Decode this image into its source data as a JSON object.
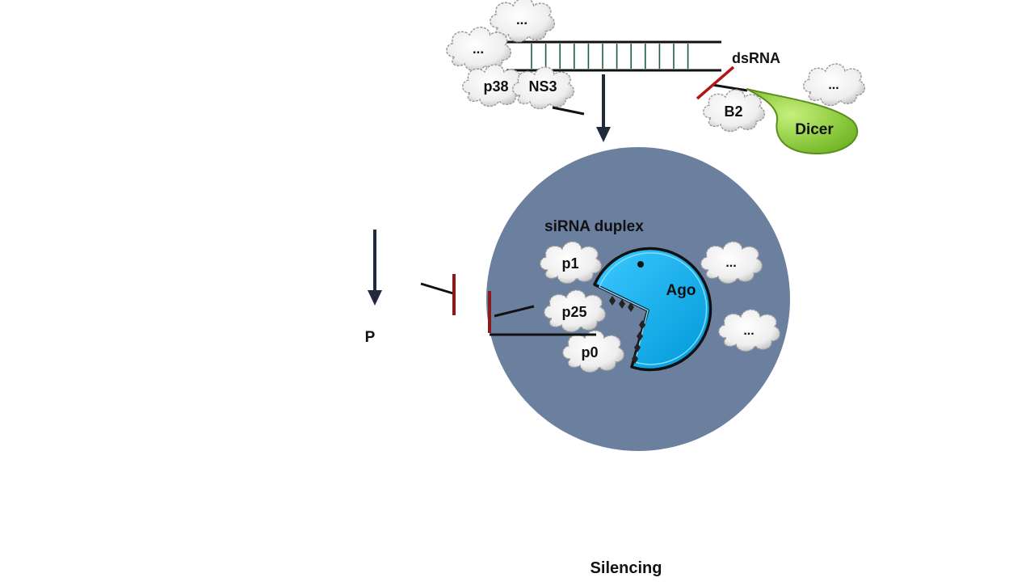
{
  "labels": {
    "dsrna": "dsRNA",
    "sirna_duplex": "siRNA duplex",
    "ago": "Ago",
    "dicer": "Dicer",
    "p_label": "P",
    "silencing": "Silencing"
  },
  "suppressors": {
    "p38": "p38",
    "ns3": "NS3",
    "b2": "B2",
    "p1": "p1",
    "p25": "p25",
    "p0": "p0",
    "ellipsis": "..."
  },
  "colors": {
    "cell": "#6b7f9e",
    "ago": "#00b4f0",
    "dicer": "#8fd43a",
    "inhibitor": "#8b1a1a",
    "arrow": "#1f2a3a",
    "rna_rungs": "#1e5e3a"
  }
}
